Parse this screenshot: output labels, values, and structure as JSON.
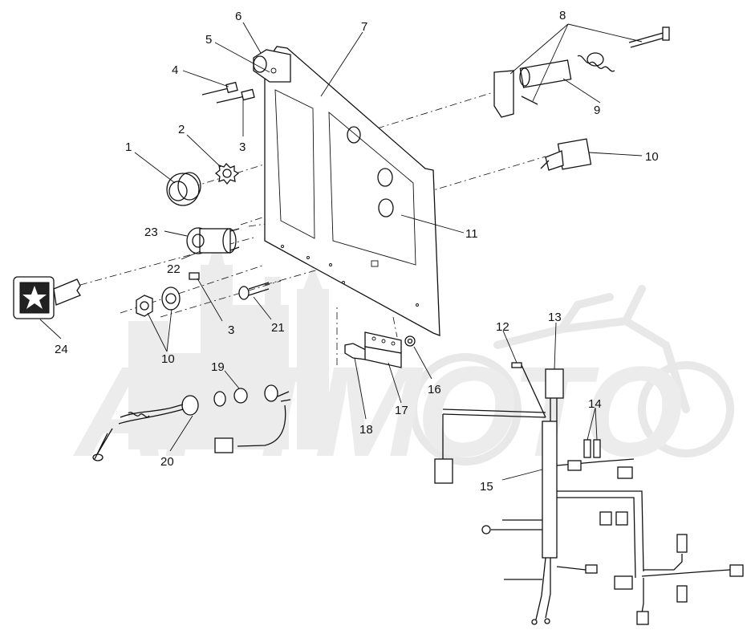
{
  "watermark": {
    "text": "АРТМОТО"
  },
  "callouts": [
    {
      "id": "1",
      "text": "1"
    },
    {
      "id": "2",
      "text": "2"
    },
    {
      "id": "3a",
      "text": "3"
    },
    {
      "id": "3b",
      "text": "3"
    },
    {
      "id": "4",
      "text": "4"
    },
    {
      "id": "5",
      "text": "5"
    },
    {
      "id": "6",
      "text": "6"
    },
    {
      "id": "7",
      "text": "7"
    },
    {
      "id": "8",
      "text": "8"
    },
    {
      "id": "9",
      "text": "9"
    },
    {
      "id": "10a",
      "text": "10"
    },
    {
      "id": "10b",
      "text": "10"
    },
    {
      "id": "11",
      "text": "11"
    },
    {
      "id": "12",
      "text": "12"
    },
    {
      "id": "13",
      "text": "13"
    },
    {
      "id": "14",
      "text": "14"
    },
    {
      "id": "15",
      "text": "15"
    },
    {
      "id": "16",
      "text": "16"
    },
    {
      "id": "17",
      "text": "17"
    },
    {
      "id": "18",
      "text": "18"
    },
    {
      "id": "19",
      "text": "19"
    },
    {
      "id": "20",
      "text": "20"
    },
    {
      "id": "21",
      "text": "21"
    },
    {
      "id": "22",
      "text": "22"
    },
    {
      "id": "23",
      "text": "23"
    },
    {
      "id": "24",
      "text": "24"
    }
  ]
}
